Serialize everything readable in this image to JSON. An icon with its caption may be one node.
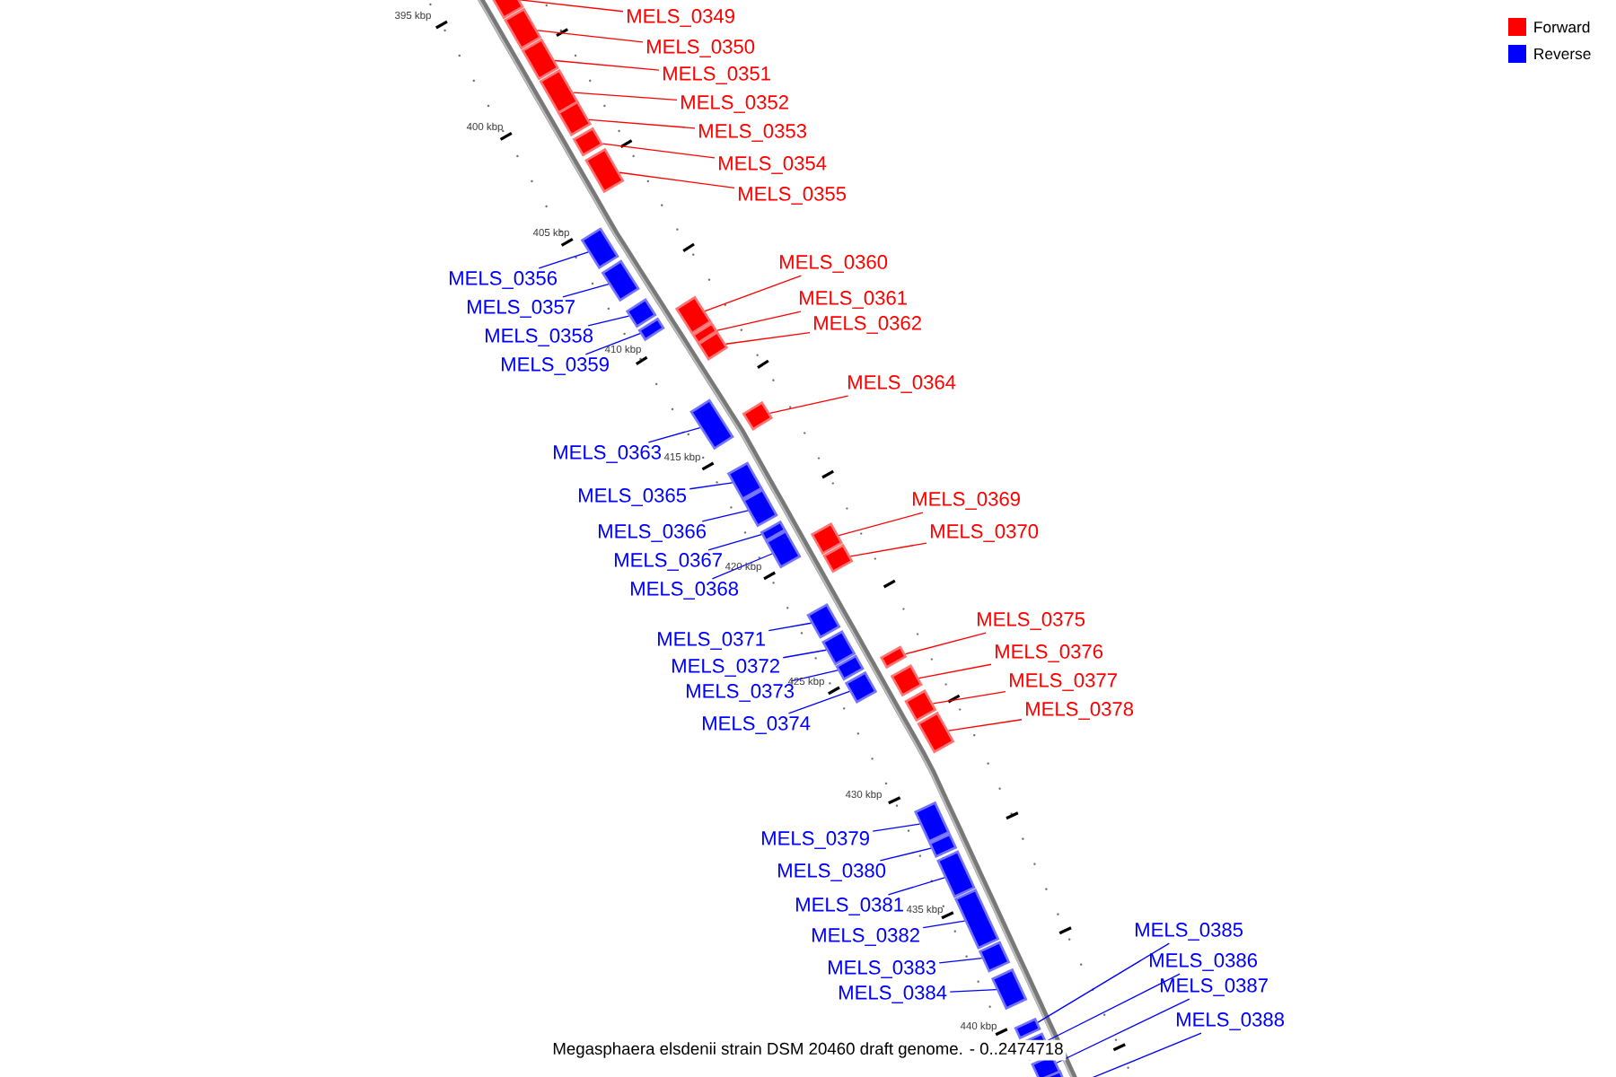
{
  "diagram": {
    "caption": "Megasphaera elsdenii strain DSM 20460 draft genome. - 0..2474718",
    "nodes": [
      {
        "text": [
          "MELS_0349"
        ]
      },
      {
        "text": [
          "MELS_0350"
        ]
      },
      {
        "text": [
          "MELS_0351"
        ]
      },
      {
        "text": [
          "MELS_0352"
        ]
      },
      {
        "text": [
          "MELS_0353"
        ]
      },
      {
        "text": [
          "MELS_0354"
        ]
      },
      {
        "text": [
          "MELS_0355"
        ]
      },
      {
        "text": [
          "MELS_0356"
        ]
      },
      {
        "text": [
          "MELS_0357"
        ]
      },
      {
        "text": [
          "MELS_0358"
        ]
      },
      {
        "text": [
          "MELS_0359"
        ]
      },
      {
        "text": [
          "MELS_0360"
        ]
      },
      {
        "text": [
          "MELS_0361"
        ]
      },
      {
        "text": [
          "MELS_0362"
        ]
      },
      {
        "text": [
          "MELS_0363"
        ]
      },
      {
        "text": [
          "MELS_0364"
        ]
      },
      {
        "text": [
          "MELS_0365"
        ]
      },
      {
        "text": [
          "MELS_0366"
        ]
      },
      {
        "text": [
          "MELS_0367"
        ]
      },
      {
        "text": [
          "MELS_0368"
        ]
      },
      {
        "text": [
          "MELS_0369"
        ]
      },
      {
        "text": [
          "MELS_0370"
        ]
      },
      {
        "text": [
          "MELS_0371"
        ]
      },
      {
        "text": [
          "MELS_0372"
        ]
      },
      {
        "text": [
          "MELS_0373"
        ]
      },
      {
        "text": [
          "MELS_0374"
        ]
      },
      {
        "text": [
          "MELS_0375"
        ]
      },
      {
        "text": [
          "MELS_0376"
        ]
      },
      {
        "text": [
          "MELS_0377"
        ]
      },
      {
        "text": [
          "MELS_0378"
        ]
      },
      {
        "text": [
          "MELS_0379"
        ]
      },
      {
        "text": [
          "MELS_0380"
        ]
      },
      {
        "text": [
          "MELS_0381"
        ]
      },
      {
        "text": [
          "MELS_0382"
        ]
      },
      {
        "text": [
          "MELS_0383"
        ]
      },
      {
        "text": [
          "MELS_0384"
        ]
      },
      {
        "text": [
          "MELS_0385"
        ]
      },
      {
        "text": [
          "MELS_0386"
        ]
      },
      {
        "text": [
          "MELS_0387"
        ]
      },
      {
        "text": [
          "MELS_0388"
        ]
      },
      {
        "text": [],
        "shape": "box"
      },
      {
        "text": [],
        "shape": "box"
      },
      {
        "text": [],
        "shape": "box"
      },
      {
        "text": [],
        "shape": "box"
      },
      {
        "text": [],
        "shape": "box"
      },
      {
        "text": [],
        "shape": "box"
      },
      {
        "text": [],
        "shape": "box"
      },
      {
        "text": [],
        "shape": "box"
      },
      {
        "text": [],
        "shape": "box"
      },
      {
        "text": [],
        "shape": "box"
      },
      {
        "text": [],
        "shape": "box"
      },
      {
        "text": [],
        "shape": "box"
      },
      {
        "text": [],
        "shape": "box"
      },
      {
        "text": [],
        "shape": "box"
      },
      {
        "text": [],
        "shape": "box"
      },
      {
        "text": [],
        "shape": "box"
      },
      {
        "text": [],
        "shape": "box"
      },
      {
        "text": [],
        "shape": "box"
      },
      {
        "text": [],
        "shape": "box"
      },
      {
        "text": [],
        "shape": "box"
      },
      {
        "text": [],
        "shape": "box"
      },
      {
        "text": [],
        "shape": "box"
      },
      {
        "text": [],
        "shape": "box"
      },
      {
        "text": [],
        "shape": "box"
      },
      {
        "text": [],
        "shape": "box"
      },
      {
        "text": [],
        "shape": "box"
      },
      {
        "text": [],
        "shape": "box"
      },
      {
        "text": [],
        "shape": "box"
      },
      {
        "text": [],
        "shape": "box"
      },
      {
        "text": [],
        "shape": "box"
      },
      {
        "text": [],
        "shape": "box"
      },
      {
        "text": [],
        "shape": "box"
      },
      {
        "text": [],
        "shape": "box"
      },
      {
        "text": [],
        "shape": "box"
      },
      {
        "text": [],
        "shape": "box"
      },
      {
        "text": [],
        "shape": "box"
      },
      {
        "text": [],
        "shape": "box"
      },
      {
        "text": [],
        "shape": "box"
      },
      {
        "text": [],
        "shape": "box"
      },
      {
        "text": [],
        "shape": "box"
      }
    ],
    "edges": [
      {
        "from": 0,
        "to": 40,
        "arrow": "none",
        "color": "#ff0000"
      },
      {
        "from": 1,
        "to": 41,
        "arrow": "none",
        "color": "#ff0000"
      },
      {
        "from": 2,
        "to": 42,
        "arrow": "none",
        "color": "#ff0000"
      },
      {
        "from": 3,
        "to": 43,
        "arrow": "none",
        "color": "#ff0000"
      },
      {
        "from": 4,
        "to": 44,
        "arrow": "none",
        "color": "#ff0000"
      },
      {
        "from": 5,
        "to": 45,
        "arrow": "none",
        "color": "#ff0000"
      },
      {
        "from": 6,
        "to": 46,
        "arrow": "none",
        "color": "#ff0000"
      },
      {
        "from": 7,
        "to": 47,
        "arrow": "none"
      },
      {
        "from": 8,
        "to": 48,
        "arrow": "none"
      },
      {
        "from": 9,
        "to": 49,
        "arrow": "none"
      },
      {
        "from": 10,
        "to": 50,
        "arrow": "none"
      },
      {
        "from": 11,
        "to": 51,
        "arrow": "none",
        "color": "#ff0000"
      },
      {
        "from": 12,
        "to": 52,
        "arrow": "none",
        "color": "#ff0000"
      },
      {
        "from": 13,
        "to": 53,
        "arrow": "none",
        "color": "#ff0000"
      },
      {
        "from": 14,
        "to": 54,
        "arrow": "none"
      },
      {
        "from": 15,
        "to": 55,
        "arrow": "none",
        "color": "#ff0000"
      },
      {
        "from": 16,
        "to": 56,
        "arrow": "none"
      },
      {
        "from": 17,
        "to": 57,
        "arrow": "none"
      },
      {
        "from": 18,
        "to": 58,
        "arrow": "none"
      },
      {
        "from": 19,
        "to": 59,
        "arrow": "none"
      },
      {
        "from": 20,
        "to": 60,
        "arrow": "none",
        "color": "#ff0000"
      },
      {
        "from": 21,
        "to": 61,
        "arrow": "none",
        "color": "#ff0000"
      },
      {
        "from": 22,
        "to": 62,
        "arrow": "none"
      },
      {
        "from": 23,
        "to": 63,
        "arrow": "none"
      },
      {
        "from": 24,
        "to": 64,
        "arrow": "none"
      },
      {
        "from": 25,
        "to": 65,
        "arrow": "none"
      },
      {
        "from": 26,
        "to": 66,
        "arrow": "none",
        "color": "#ff0000"
      },
      {
        "from": 27,
        "to": 67,
        "arrow": "none",
        "color": "#ff0000"
      },
      {
        "from": 28,
        "to": 68,
        "arrow": "none",
        "color": "#ff0000"
      },
      {
        "from": 29,
        "to": 69,
        "arrow": "none",
        "color": "#ff0000"
      },
      {
        "from": 30,
        "to": 70,
        "arrow": "none"
      },
      {
        "from": 31,
        "to": 71,
        "arrow": "none"
      },
      {
        "from": 32,
        "to": 72,
        "arrow": "none"
      },
      {
        "from": 33,
        "to": 73,
        "arrow": "none"
      },
      {
        "from": 34,
        "to": 74,
        "arrow": "none"
      },
      {
        "from": 35,
        "to": 75,
        "arrow": "none"
      },
      {
        "from": 36,
        "to": 76,
        "arrow": "none"
      },
      {
        "from": 37,
        "to": 77,
        "arrow": "none"
      },
      {
        "from": 38,
        "to": 78,
        "arrow": "none"
      },
      {
        "from": 39,
        "to": 79,
        "arrow": "none"
      }
    ],
    "labels": [
      "395 kbp",
      "400 kbp",
      "405 kbp",
      "410 kbp",
      "415 kbp",
      "420 kbp",
      "425 kbp",
      "430 kbp",
      "435 kbp",
      "440 kbp"
    ],
    "legend": [
      {
        "text": "Forward",
        "color": "#ff0000"
      },
      {
        "text": "Reverse",
        "color": "#0000ff"
      }
    ]
  }
}
